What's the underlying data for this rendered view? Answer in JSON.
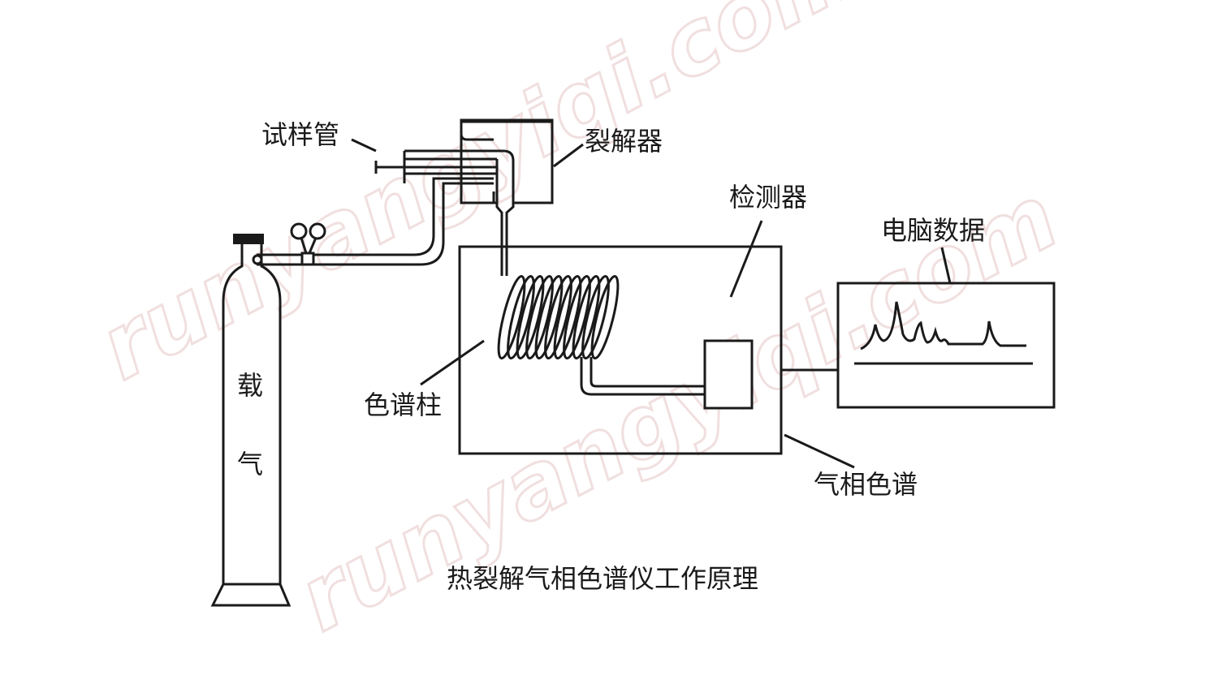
{
  "labels": {
    "sample_tube": "试样管",
    "pyrolyzer": "裂解器",
    "detector": "检测器",
    "computer_data": "电脑数据",
    "column": "色谱柱",
    "gc": "气相色谱",
    "carrier_1": "载",
    "carrier_2": "气"
  },
  "caption": "热裂解气相色谱仪工作原理",
  "watermark": "runyangyiqi.com",
  "colors": {
    "line": "#1a1a1a",
    "watermark": "#f0dcdc",
    "cap": "#1a1a1a"
  }
}
